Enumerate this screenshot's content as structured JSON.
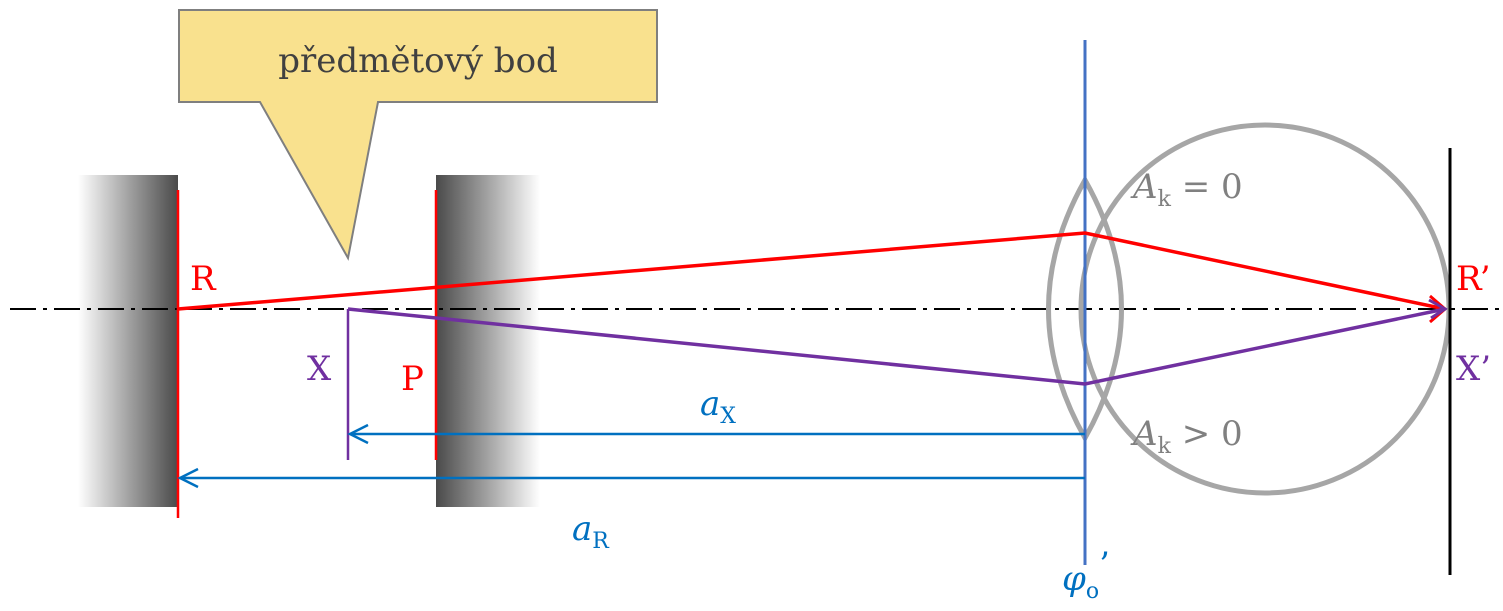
{
  "callout": {
    "text": "předmětový bod"
  },
  "labels": {
    "R": "R",
    "P": "P",
    "X": "X",
    "R_image": "R’",
    "X_image": "X’"
  },
  "distances": {
    "aX_main": "a",
    "aX_sub": "X",
    "aR_main": "a",
    "aR_sub": "R"
  },
  "eye": {
    "Ak_top_main": "A",
    "Ak_top_sub": "k",
    "Ak_top_rel": " = 0",
    "Ak_bot_main": "A",
    "Ak_bot_sub": "k",
    "Ak_bot_rel": " > 0"
  },
  "lens": {
    "phi_main": "φ",
    "phi_sub": "o",
    "phi_prime": "’"
  },
  "colors": {
    "red": "#ff0000",
    "purple": "#7030a0",
    "blue": "#0070c0",
    "gray": "#a6a6a6",
    "callout_fill": "#f9e18e",
    "callout_stroke": "#7f7f7f",
    "black": "#000000"
  }
}
